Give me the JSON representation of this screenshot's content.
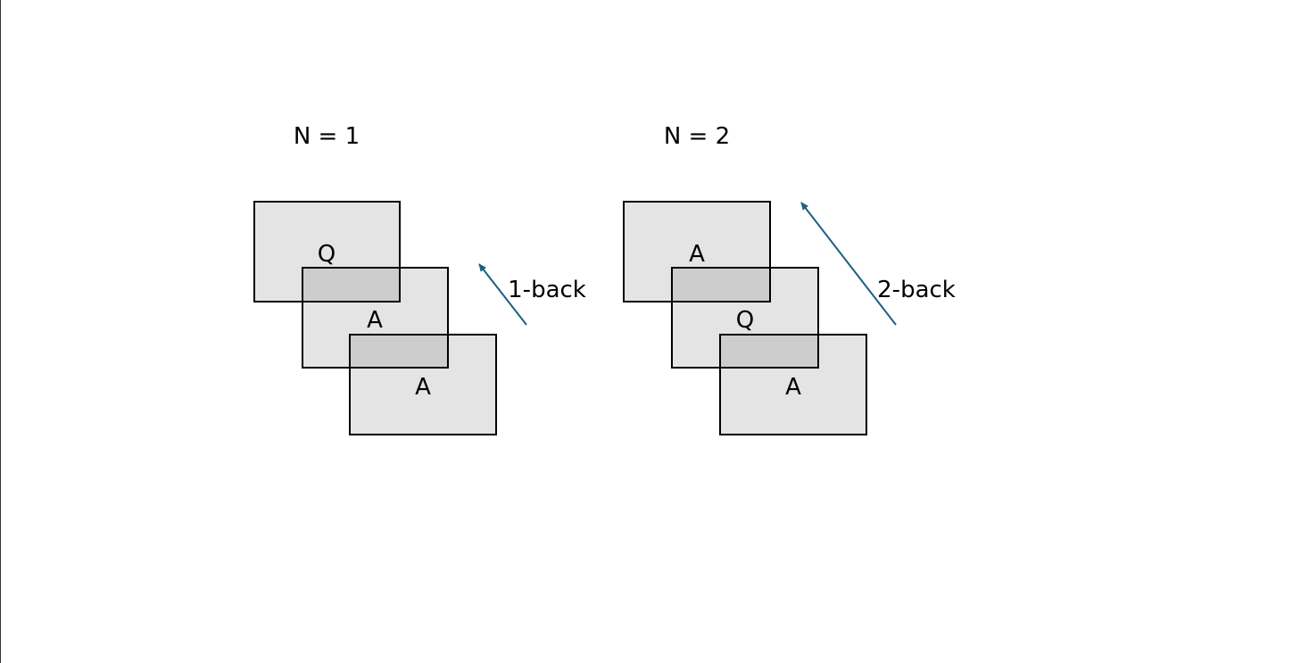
{
  "colors": {
    "card_fill": "#e4e4e4",
    "overlap_fill": "#cdcdcd",
    "arrow": "#1c5f82",
    "text": "#000000"
  },
  "panels": [
    {
      "title": "N = 1",
      "cards": [
        "Q",
        "A",
        "A"
      ],
      "arrow_label": "1-back"
    },
    {
      "title": "N = 2",
      "cards": [
        "A",
        "Q",
        "A"
      ],
      "arrow_label": "2-back"
    }
  ]
}
